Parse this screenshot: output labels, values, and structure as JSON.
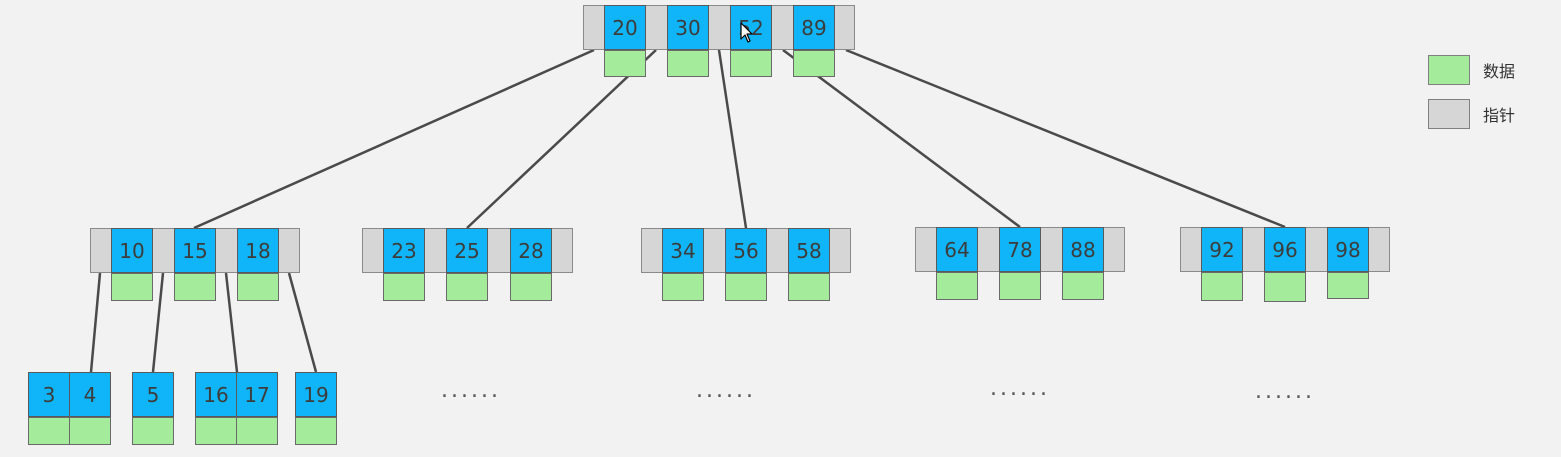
{
  "diagram": {
    "root": {
      "keys": [
        "20",
        "30",
        "52",
        "89"
      ]
    },
    "level2": [
      {
        "keys": [
          "10",
          "15",
          "18"
        ]
      },
      {
        "keys": [
          "23",
          "25",
          "28"
        ]
      },
      {
        "keys": [
          "34",
          "56",
          "58"
        ]
      },
      {
        "keys": [
          "64",
          "78",
          "88"
        ]
      },
      {
        "keys": [
          "92",
          "96",
          "98"
        ]
      }
    ],
    "leaves": [
      {
        "keys": [
          "3",
          "4"
        ]
      },
      {
        "keys": [
          "5"
        ]
      },
      {
        "keys": [
          "16",
          "17"
        ]
      },
      {
        "keys": [
          "19"
        ]
      }
    ],
    "ellipses": [
      "......",
      "......",
      "......",
      "......"
    ]
  },
  "legend": {
    "data_label": "数据",
    "pointer_label": "指针"
  },
  "colors": {
    "key": "#10b4f8",
    "data": "#a4eb9c",
    "pointer": "#d6d6d6",
    "edge": "#4a4a4a",
    "background": "#f2f2f2"
  }
}
